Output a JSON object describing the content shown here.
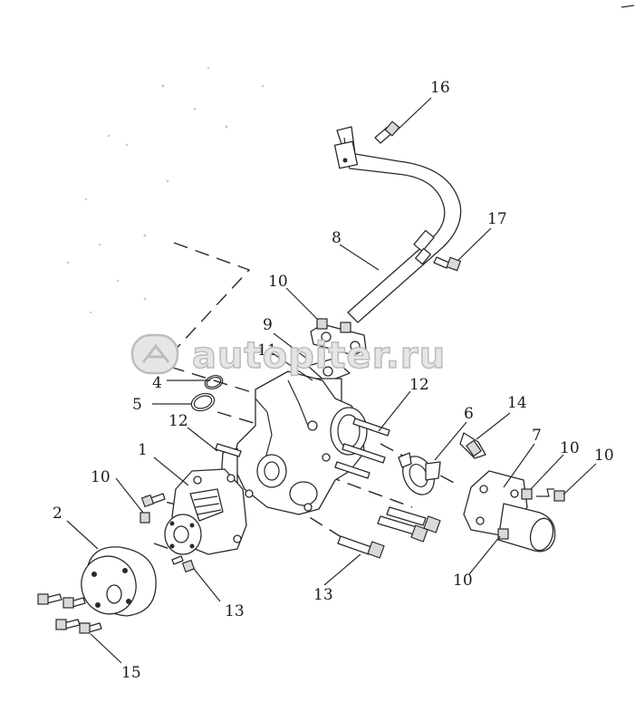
{
  "watermark": {
    "text": "autopiter.ru",
    "icon": "autopiter-logo-icon"
  },
  "callouts": [
    "1",
    "2",
    "4",
    "5",
    "6",
    "7",
    "8",
    "9",
    "10",
    "10",
    "10",
    "10",
    "10",
    "11",
    "12",
    "12",
    "13",
    "13",
    "14",
    "15",
    "16",
    "17"
  ]
}
